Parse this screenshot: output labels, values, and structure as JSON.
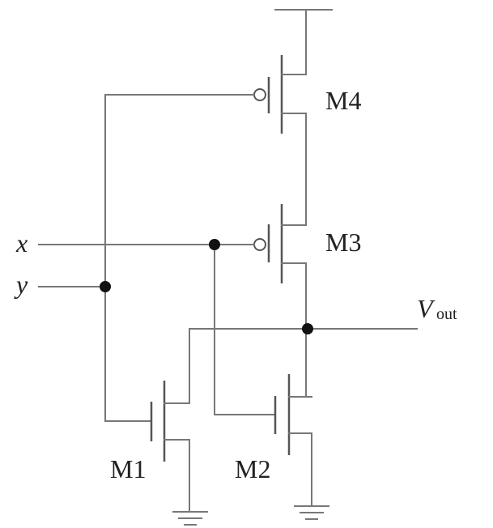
{
  "inputs": {
    "x": "x",
    "y": "y"
  },
  "output": {
    "symbol": "V",
    "subscript": "out"
  },
  "transistors": {
    "m1": "M1",
    "m2": "M2",
    "m3": "M3",
    "m4": "M4"
  }
}
